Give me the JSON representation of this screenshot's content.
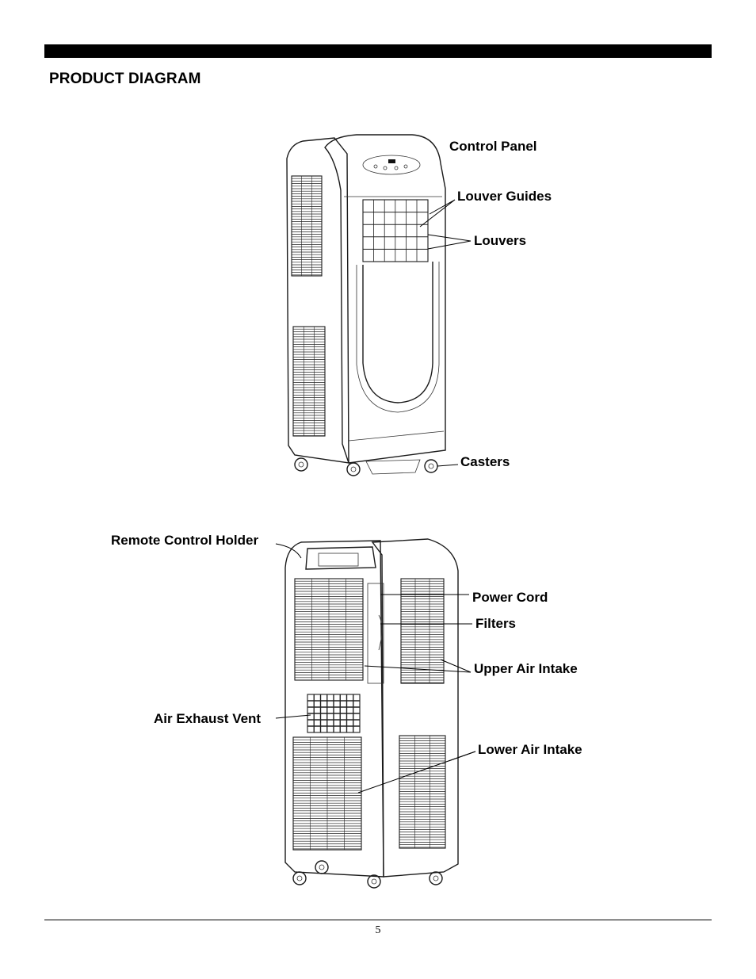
{
  "header": {
    "title": "PRODUCT DIAGRAM"
  },
  "front_labels": {
    "control_panel": "Control Panel",
    "louver_guides": "Louver Guides",
    "louvers": "Louvers",
    "casters": "Casters"
  },
  "back_labels": {
    "remote_control_holder": "Remote Control Holder",
    "power_cord": "Power Cord",
    "filters": "Filters",
    "upper_air_intake": "Upper Air Intake",
    "air_exhaust_vent": "Air Exhaust Vent",
    "lower_air_intake": "Lower Air Intake"
  },
  "footer": {
    "page_number": "5"
  }
}
